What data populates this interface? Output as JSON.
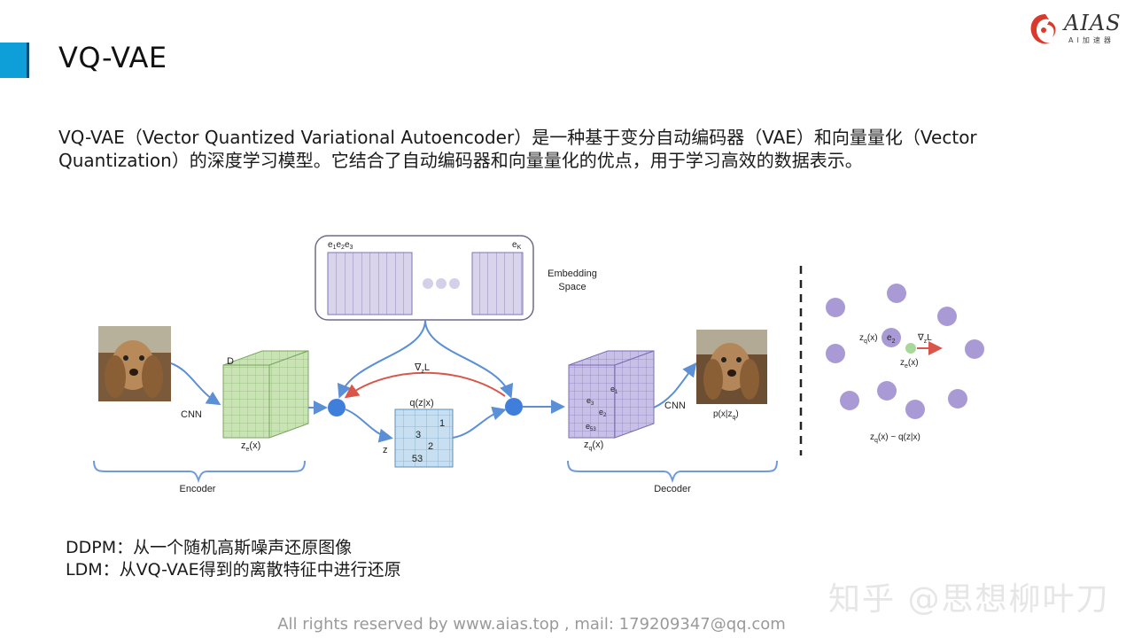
{
  "header": {
    "title": "VQ-VAE",
    "logo_text": "AIAS",
    "logo_subtext": "AI加速器"
  },
  "description": "VQ-VAE（Vector Quantized Variational Autoencoder）是一种基于变分自动编码器（VAE）和向量量化（Vector Quantization）的深度学习模型。它结合了自动编码器和向量量化的优点，用于学习高效的数据表示。",
  "diagram": {
    "embedding": {
      "e1": "e",
      "e1_sub": "1",
      "e2": "e",
      "e2_sub": "2",
      "e3": "e",
      "e3_sub": "3",
      "ek": "e",
      "ek_sub": "K",
      "space_label_1": "Embedding",
      "space_label_2": "Space"
    },
    "encoder": {
      "cnn_label": "CNN",
      "d_label": "D",
      "ze_label": "z",
      "ze_sub": "e",
      "ze_arg": "(x)",
      "bracket_label": "Encoder"
    },
    "quantizer": {
      "grad_label": "∇",
      "grad_sub": "z",
      "grad_tail": "L",
      "q_label": "q(z|x)",
      "z_label": "z",
      "grid_values": [
        "1",
        "3",
        "2",
        "53"
      ]
    },
    "decoder": {
      "zq_label": "z",
      "zq_sub": "q",
      "zq_arg": "(x)",
      "cube_values": [
        "e",
        "e",
        "e",
        "e"
      ],
      "cube_subs": [
        "1",
        "3",
        "2",
        "53"
      ],
      "cnn_label": "CNN",
      "output_label": "p(x|z",
      "output_sub": "q",
      "output_tail": ")",
      "bracket_label": "Decoder"
    },
    "right_panel": {
      "zq_label": "z",
      "zq_sub": "q",
      "zq_arg": "(x)",
      "e2_label": "e",
      "e2_sub": "2",
      "grad_label": "∇",
      "grad_sub": "z",
      "grad_tail": "L",
      "ze_label": "z",
      "ze_sub": "e",
      "ze_arg": "(x)",
      "dist_label": "z",
      "dist_sub": "q",
      "dist_tail": "(x) ~ q(z|x)"
    },
    "colors": {
      "embedding_fill": "#d9d4ec",
      "encoder_cube": "#c9e3b5",
      "decoder_cube": "#c8c0e6",
      "grid_fill": "#c7dff0",
      "arrow_blue": "#5b8fd6",
      "arrow_red": "#d9574a",
      "node_blue": "#3f7fdb",
      "point_purple": "#a99ad6",
      "point_green": "#a8d79a"
    }
  },
  "notes": [
    "DDPM：从一个随机高斯噪声还原图像",
    "LDM：从VQ-VAE得到的离散特征中进行还原"
  ],
  "watermark": "知乎 @思想柳叶刀",
  "footer": "All rights reserved by www.aias.top , mail: 179209347@qq.com"
}
